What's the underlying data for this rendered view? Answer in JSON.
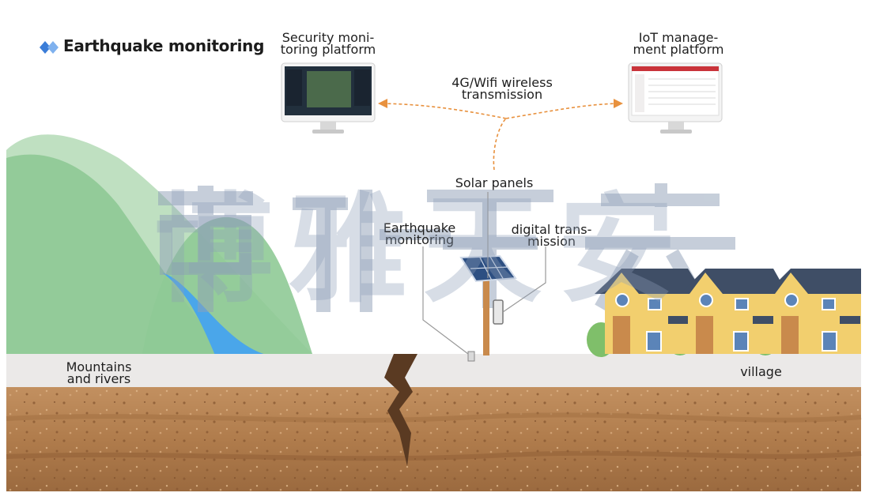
{
  "title": "Earthquake monitoring",
  "labels": {
    "security_platform": [
      "Security moni-",
      "toring platform"
    ],
    "iot_platform": [
      "IoT manage-",
      "ment platform"
    ],
    "wireless": [
      "4G/Wifi wireless",
      "transmission"
    ],
    "solar_panels": "Solar panels",
    "earthquake_monitoring": [
      "Earthquake",
      "monitoring"
    ],
    "digital_transmission": [
      "digital trans-",
      "mission"
    ],
    "mountains_rivers": [
      "Mountains",
      "and rivers"
    ],
    "village": "village"
  },
  "watermark": "博雅天安",
  "colors": {
    "arrow": "#e8913e",
    "mountain_light": "#b6dcb8",
    "mountain_dark": "#7fbf86",
    "river": "#4aa6ea",
    "ground_top": "#eceaea",
    "soil": "#b07c4c",
    "accent": "#3b7dd8"
  }
}
